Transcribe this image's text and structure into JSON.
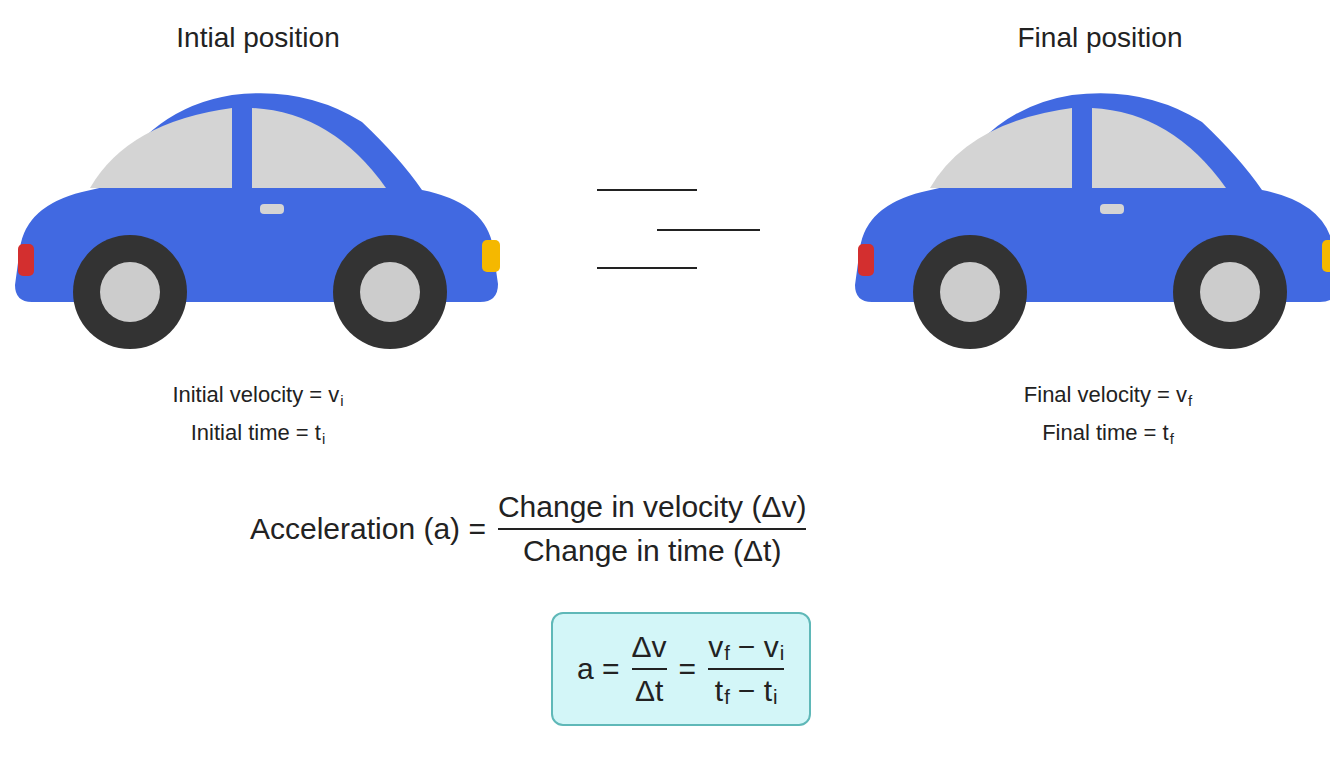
{
  "diagram": {
    "nodes": [
      {
        "text": [
          "a =",
          "Δv",
          "Δt",
          "=",
          "v",
          "f",
          "− v",
          "i",
          "t",
          "f",
          "− t",
          "i"
        ]
      }
    ],
    "labels": [
      "Intial position",
      "Final position",
      "Initial velocity = v",
      "i",
      "Initial time = t",
      "i",
      "Final velocity = v",
      "f",
      "Final time = t",
      "f",
      "Acceleration (a) =",
      "Change in velocity (Δv)",
      "Change in time (Δt)"
    ]
  }
}
